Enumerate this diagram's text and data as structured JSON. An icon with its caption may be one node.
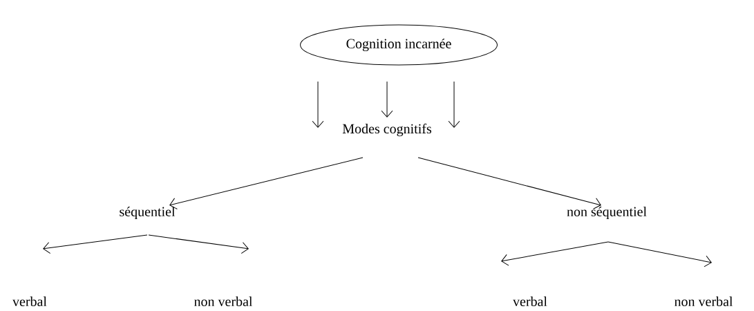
{
  "diagram": {
    "nodes": [
      {
        "text": [
          "Cognition incarnée"
        ]
      },
      {
        "text": [
          "Modes cognitifs"
        ]
      },
      {
        "text": [
          "séquentiel"
        ]
      },
      {
        "text": [
          "non séquentiel"
        ]
      },
      {
        "text": [
          "verbal"
        ]
      },
      {
        "text": [
          "non verbal"
        ]
      },
      {
        "text": [
          "verbal"
        ]
      },
      {
        "text": [
          "non verbal"
        ]
      }
    ],
    "edges": [
      {
        "from": 0,
        "to": 1,
        "arrow": "to"
      },
      {
        "from": 0,
        "to": 1,
        "arrow": "to"
      },
      {
        "from": 0,
        "to": 1,
        "arrow": "to"
      },
      {
        "from": 1,
        "to": 2,
        "arrow": "to"
      },
      {
        "from": 1,
        "to": 3,
        "arrow": "to"
      },
      {
        "from": 2,
        "to": 4,
        "arrow": "to"
      },
      {
        "from": 2,
        "to": 5,
        "arrow": "to"
      },
      {
        "from": 3,
        "to": 6,
        "arrow": "to"
      },
      {
        "from": 3,
        "to": 7,
        "arrow": "to"
      }
    ]
  }
}
